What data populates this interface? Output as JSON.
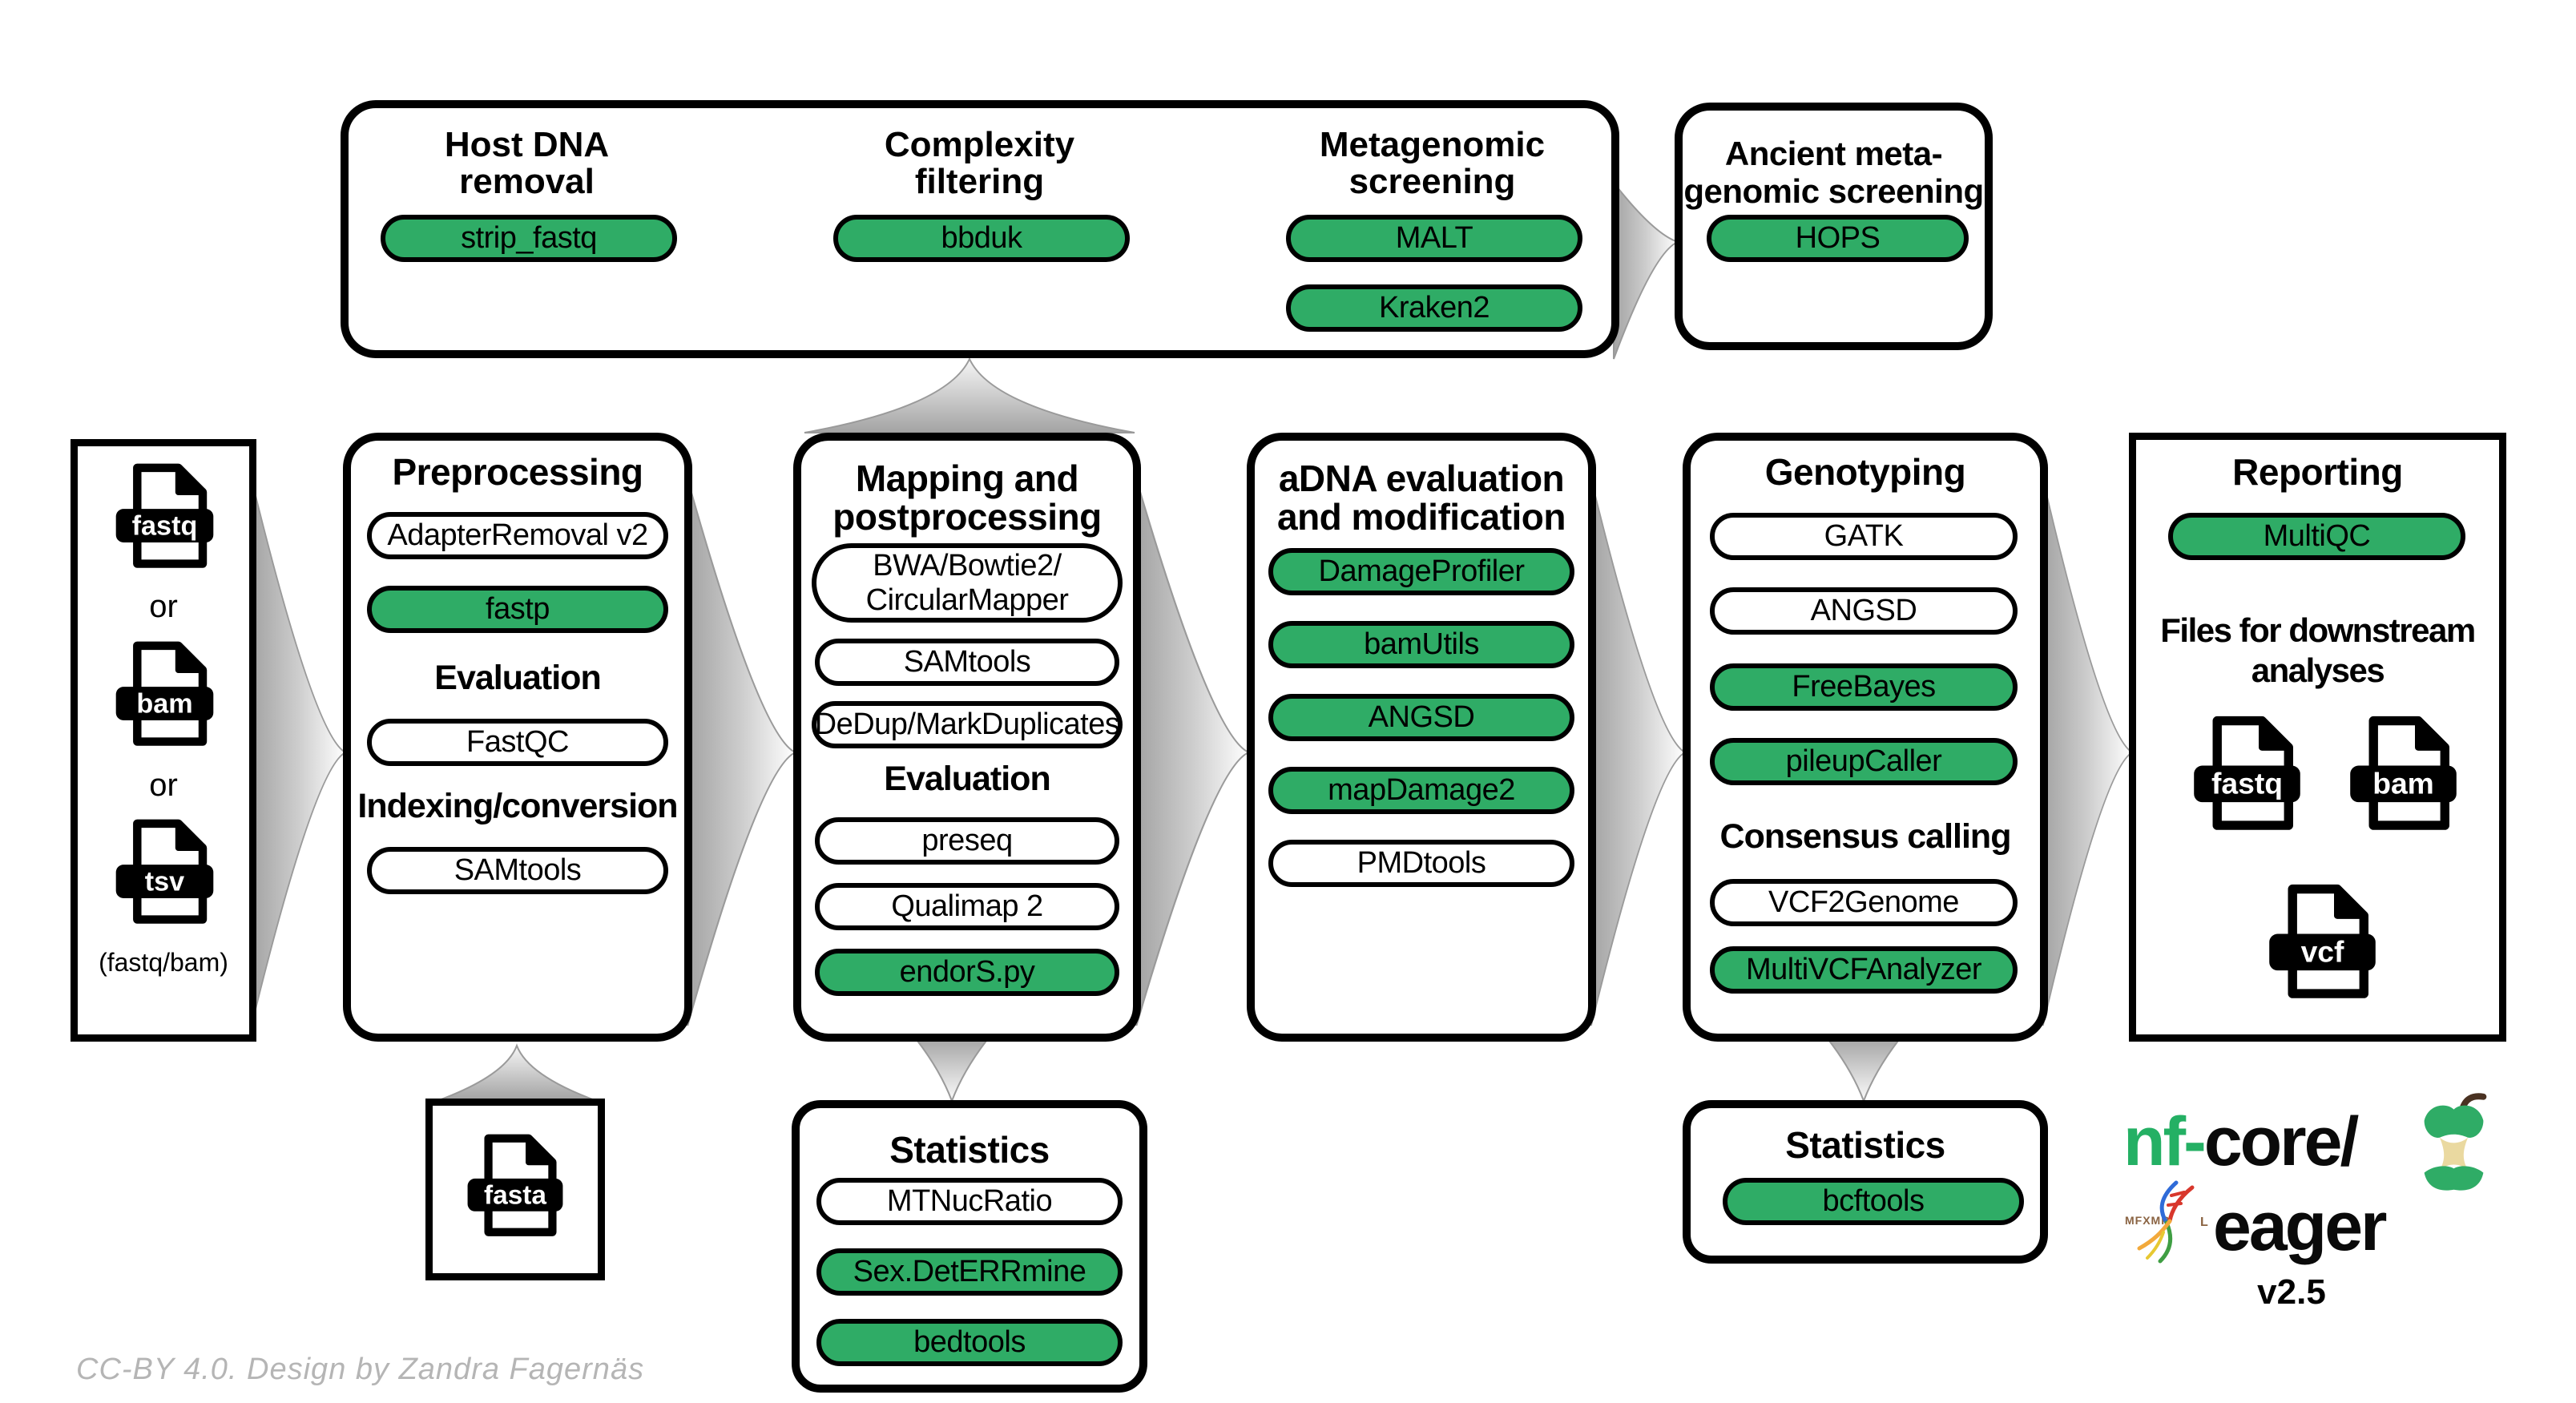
{
  "screening": {
    "columns": [
      {
        "title": [
          "Host DNA",
          "removal"
        ],
        "tools": [
          "strip_fastq"
        ]
      },
      {
        "title": [
          "Complexity",
          "filtering"
        ],
        "tools": [
          "bbduk"
        ]
      },
      {
        "title": [
          "Metagenomic",
          "screening"
        ],
        "tools": [
          "MALT",
          "Kraken2"
        ]
      }
    ]
  },
  "ancient_screening": {
    "title": [
      "Ancient meta-",
      "genomic screening"
    ],
    "tools": [
      "HOPS"
    ]
  },
  "input_files": {
    "files": [
      "fastq",
      "bam",
      "tsv"
    ],
    "separator": "or",
    "caption": "(fastq/bam)"
  },
  "preprocessing": {
    "title": [
      "Preprocessing"
    ],
    "tools": [
      "AdapterRemoval v2",
      "fastp",
      "FastQC",
      "SAMtools"
    ],
    "subheadings": [
      "Evaluation",
      "Indexing/conversion"
    ]
  },
  "mapping": {
    "title": [
      "Mapping and",
      "postprocessing"
    ],
    "tools": [
      [
        "BWA/Bowtie2/",
        "CircularMapper"
      ],
      "SAMtools",
      "DeDup/MarkDuplicates",
      "preseq",
      "Qualimap 2",
      "endorS.py"
    ],
    "subheadings": [
      "Evaluation"
    ]
  },
  "adna": {
    "title": [
      "aDNA evaluation",
      "and modification"
    ],
    "tools": [
      "DamageProfiler",
      "bamUtils",
      "ANGSD",
      "mapDamage2",
      "PMDtools"
    ]
  },
  "genotyping": {
    "title": [
      "Genotyping"
    ],
    "tools": [
      "GATK",
      "ANGSD",
      "FreeBayes",
      "pileupCaller",
      "VCF2Genome",
      "MultiVCFAnalyzer"
    ],
    "subheadings": [
      "Consensus calling"
    ]
  },
  "reporting": {
    "title": [
      "Reporting"
    ],
    "tools": [
      "MultiQC"
    ],
    "subheading": [
      "Files for downstream",
      "analyses"
    ],
    "files": [
      "fastq",
      "bam",
      "vcf"
    ]
  },
  "reference": {
    "file": "fasta"
  },
  "statistics_mapping": {
    "title": [
      "Statistics"
    ],
    "tools": [
      "MTNucRatio",
      "Sex.DetERRmine",
      "bedtools"
    ]
  },
  "statistics_genotyping": {
    "title": [
      "Statistics"
    ],
    "tools": [
      "bcftools"
    ]
  },
  "logo": {
    "prefix": "nf-",
    "name": "core/",
    "pipeline": "eager",
    "version": "v2.5",
    "runes": "MFXMR",
    "rune_right": "L"
  },
  "credit": "CC-BY 4.0. Design by Zandra Fagernäs",
  "colors": {
    "tool_green": "#2fac66",
    "logo_green": "#24b064"
  }
}
